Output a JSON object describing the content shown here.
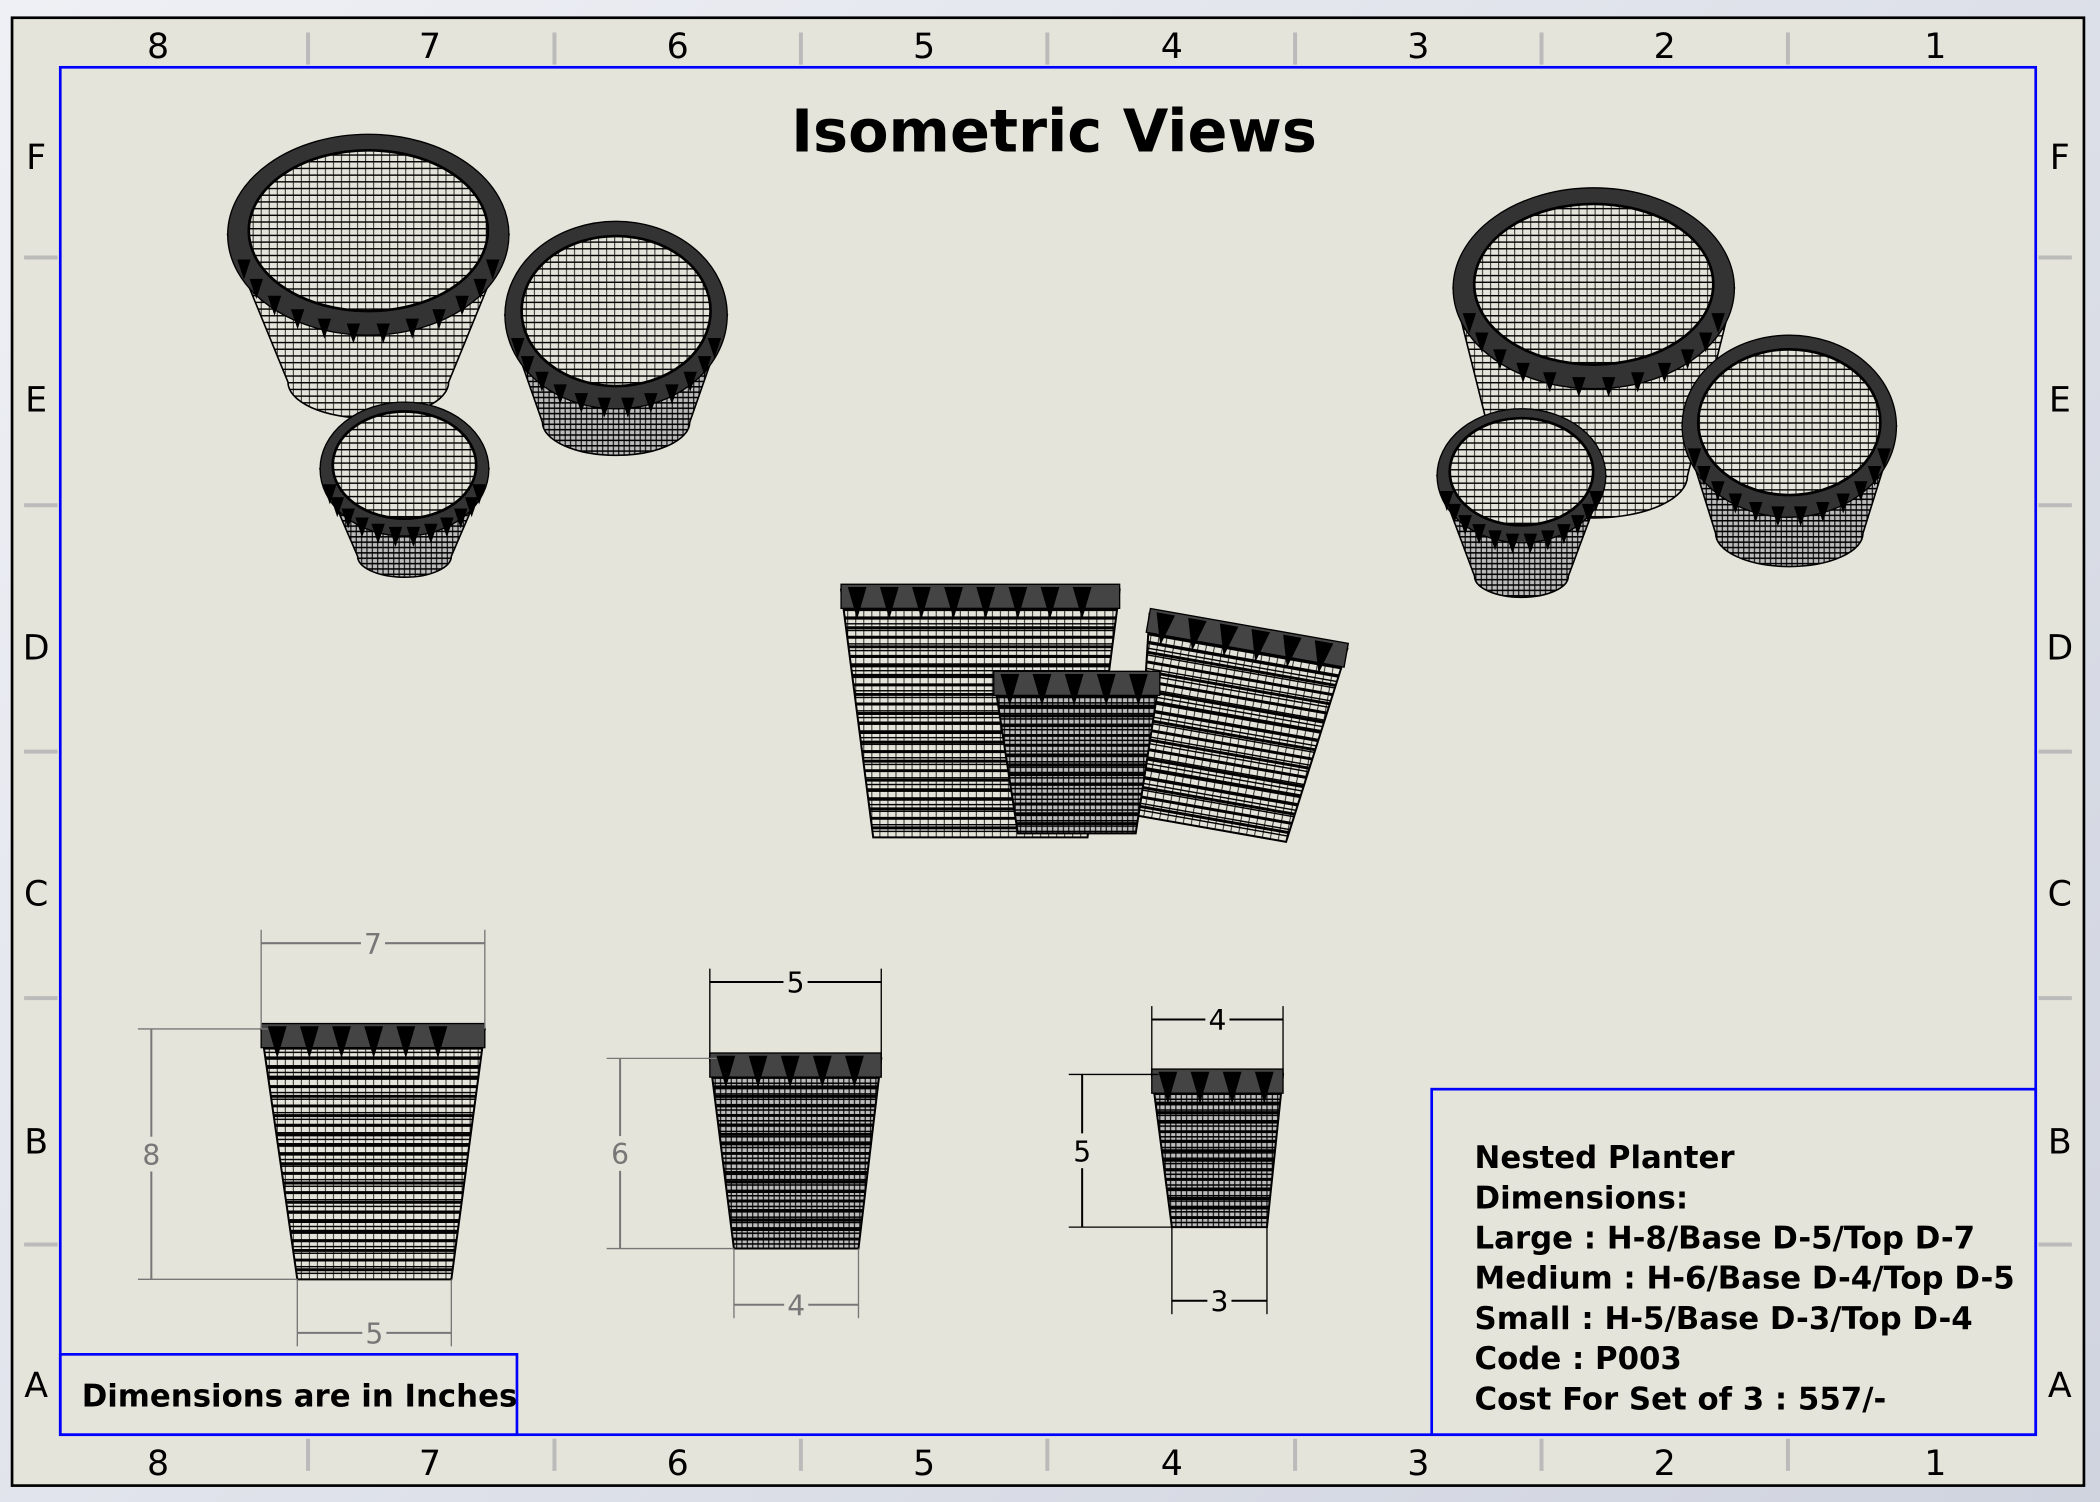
{
  "sheet": {
    "title": "Isometric Views",
    "column_labels": [
      "8",
      "7",
      "6",
      "5",
      "4",
      "3",
      "2",
      "1"
    ],
    "row_labels": [
      "F",
      "E",
      "D",
      "C",
      "B",
      "A"
    ],
    "units_note": "Dimensions are in Inches",
    "frame_color": "#0000ff",
    "paper_color": "#e5e4da"
  },
  "info_block": {
    "lines": [
      "Nested Planter",
      "Dimensions:",
      "Large : H-8/Base D-5/Top D-7",
      "Medium : H-6/Base D-4/Top D-5",
      "Small : H-5/Base D-3/Top D-4",
      "Code : P003",
      "Cost For Set of 3 : 557/-"
    ]
  },
  "front_views": [
    {
      "name": "large",
      "top": "7",
      "height": "8",
      "base": "5"
    },
    {
      "name": "medium",
      "top": "5",
      "height": "6",
      "base": "4"
    },
    {
      "name": "small",
      "top": "4",
      "height": "5",
      "base": "3"
    }
  ]
}
